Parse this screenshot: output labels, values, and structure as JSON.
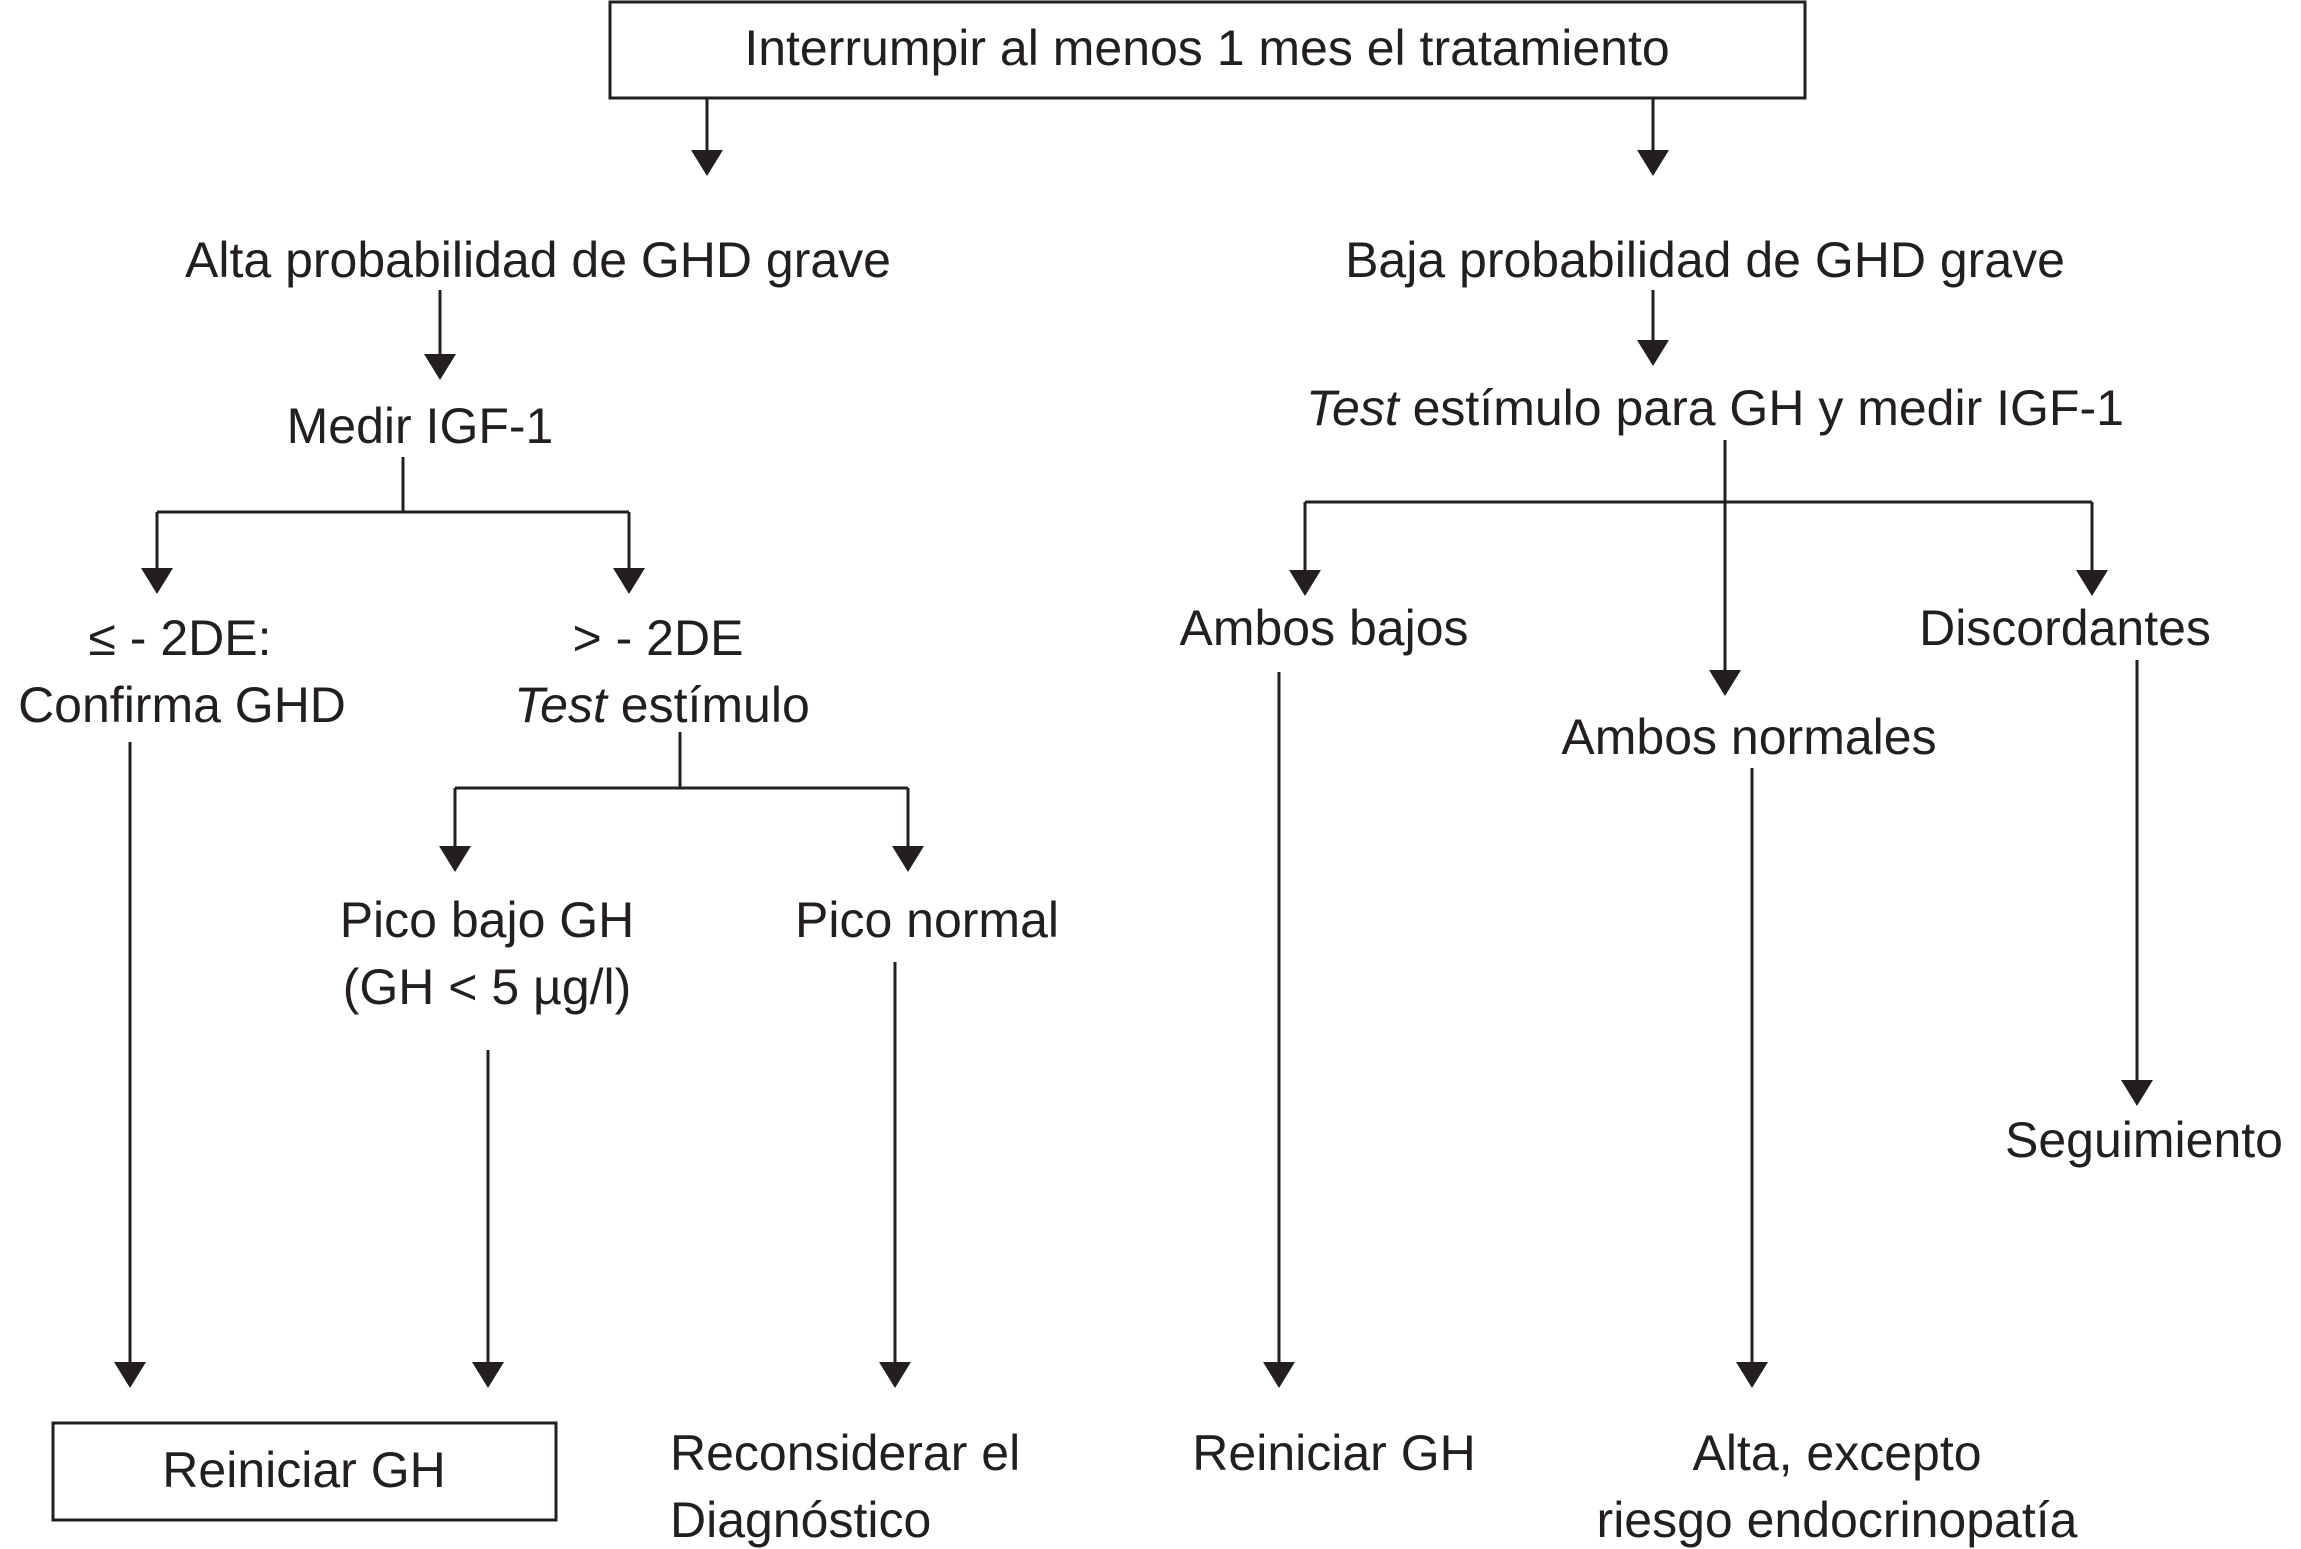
{
  "top": "Interrumpir al menos 1 mes el tratamiento",
  "left": {
    "branch": "Alta probabilidad de GHD grave",
    "measure": "Medir IGF-1",
    "low": {
      "line1": "≤ - 2DE:",
      "line2": "Confirma GHD"
    },
    "high": {
      "line1": "> - 2DE",
      "line2_em": "Test",
      "line2_rest": " estímulo"
    },
    "peak_low": {
      "line1": "Pico bajo GH",
      "line2": "(GH < 5 µg/l)"
    },
    "peak_normal": "Pico normal",
    "restart": "Reiniciar GH",
    "reconsider": {
      "line1": "Reconsiderar el",
      "line2": "Diagnóstico"
    }
  },
  "right": {
    "branch": "Baja probabilidad de GHD grave",
    "test_em": "Test",
    "test_rest": " estímulo para GH  y medir IGF-1",
    "both_low": "Ambos bajos",
    "both_normal": "Ambos normales",
    "discordant": "Discordantes",
    "follow_up": "Seguimiento",
    "restart": "Reiniciar GH",
    "discharge": {
      "line1": "Alta, excepto",
      "line2": "riesgo endocrinopatía"
    }
  }
}
